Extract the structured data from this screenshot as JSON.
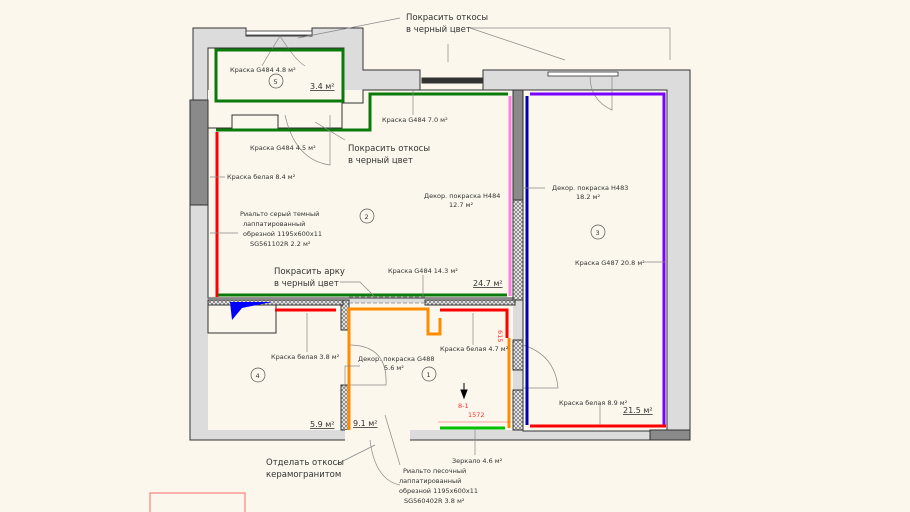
{
  "annotations": {
    "paint_slopes_top": [
      "Покрасить откосы",
      "в черный цвет"
    ],
    "paint_slopes_mid": [
      "Покрасить откосы",
      "в черный цвет"
    ],
    "paint_arch": [
      "Покрасить арку",
      "в черный цвет"
    ],
    "finish_slopes": [
      "Отделать откосы",
      "керамогранитом"
    ]
  },
  "rooms": {
    "r5": {
      "number": "5",
      "area": "3.4 м²",
      "paint": "Краска G484 4.8 м²"
    },
    "r2": {
      "number": "2",
      "area": "24.7 м²",
      "labels": [
        "Краска G484 7.0 м²",
        "Краска G484 4.5 м²",
        "Краска белая 8.4 м²",
        "Краска G484 14.3 м²"
      ],
      "decor": [
        "Декор. покраска H484",
        "12.7 м²"
      ],
      "tile": [
        "Риальто серый темный",
        "лаппатированный",
        "обрезной 1195х600х11",
        "SG561102R 2.2 м²"
      ]
    },
    "r3": {
      "number": "3",
      "area": "21.5 м²",
      "decor": [
        "Декор. покраска H483",
        "18.2 м²"
      ],
      "paint": "Краска G487 20.8 м²",
      "white": "Краска белая 8.9 м²"
    },
    "r4": {
      "number": "4",
      "area": "5.9 м²",
      "white": "Краска белая 3.8 м²"
    },
    "r1": {
      "number": "1",
      "area": "9.1 м²",
      "decor": [
        "Декор. покраска G488",
        "5.6 м²"
      ],
      "white": "Краска белая 4.7 м²",
      "mirror": "Зеркало 4.6 м²",
      "section": "8-1",
      "dim": "1572",
      "dim_small": "615",
      "tile": [
        "Риальто песочный",
        "лаппатированный",
        "обрезной 1195х600х11",
        "SG560402R 3.8 м²"
      ]
    }
  },
  "colors": {
    "green": "#0a7a0a",
    "red": "#ff0000",
    "pink": "#ff80e0",
    "purple": "#7a00ff",
    "blue": "#0000b0",
    "orange": "#ff8c00",
    "bright_green": "#00c000"
  }
}
